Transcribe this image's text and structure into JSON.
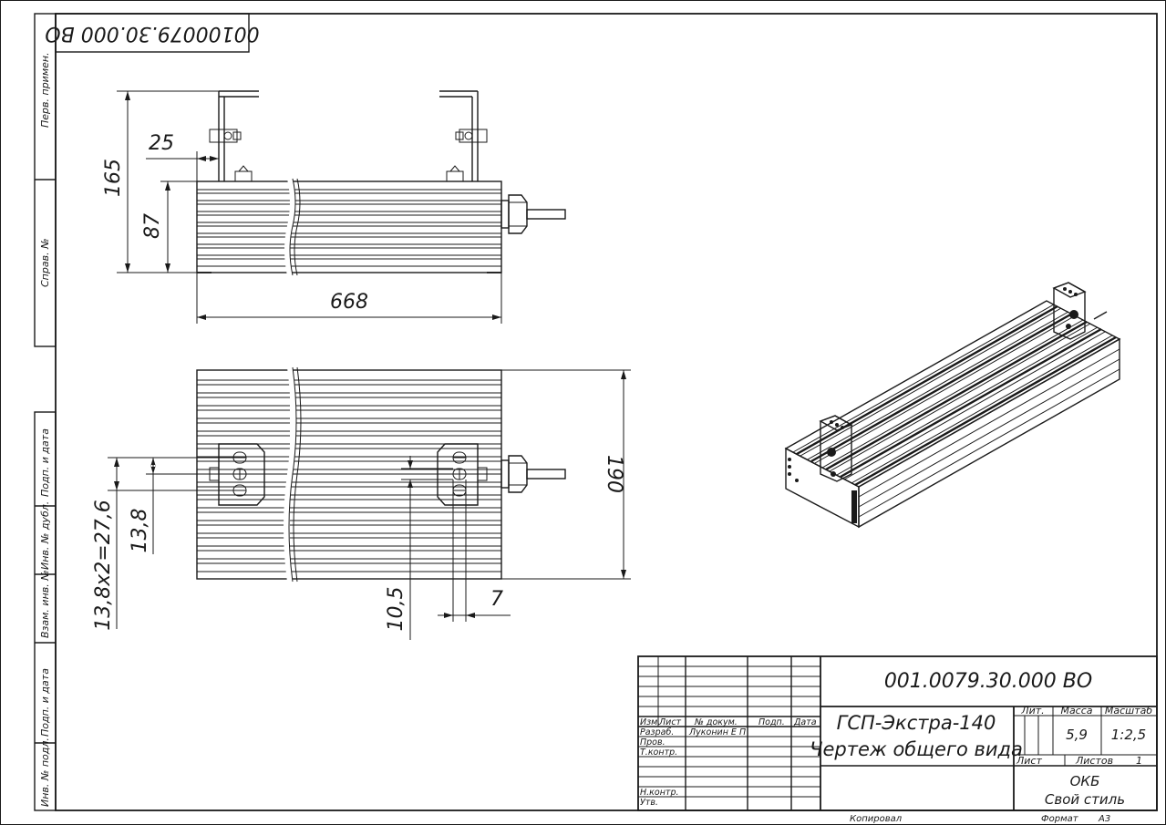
{
  "doc_code": "001.0079.30.000 ВО",
  "doc_code_rotated": "00100079.30.000 ВО",
  "product_name": "ГСП-Экстра-140",
  "doc_type": "Чертеж общего вида",
  "side_strip": {
    "perv_primen": "Перв. примен.",
    "sprav_no": "Справ. №",
    "podp_data_1": "Подп. и дата",
    "inv_dubl": "Инв. № дубл.",
    "vzam_inv": "Взам. инв. №",
    "podp_data_2": "Подп. и дата",
    "inv_podl": "Инв. № подл."
  },
  "title_block": {
    "col_izm": "Изм.",
    "col_list": "Лист",
    "col_docum": "№ докум.",
    "col_podp": "Подп.",
    "col_data": "Дата",
    "razrab_label": "Разраб.",
    "razrab_name": "Луконин Е П",
    "prov_label": "Пров.",
    "tkontr_label": "Т.контр.",
    "nkontr_label": "Н.контр.",
    "utv_label": "Утв.",
    "lit_label": "Лит.",
    "massa_label": "Масса",
    "masshtab_label": "Масштаб",
    "massa_value": "5,9",
    "masshtab_value": "1:2,5",
    "list_label": "Лист",
    "listov_label": "Листов",
    "listov_value": "1",
    "org_line1": "ОКБ",
    "org_line2": "Свой стиль",
    "kopiroval": "Копировал",
    "format_label": "Формат",
    "format_value": "А3"
  },
  "dimensions": {
    "d165": "165",
    "d87": "87",
    "d25": "25",
    "d668": "668",
    "d190": "190",
    "d13_8x2": "13,8х2=27,6",
    "d13_8": "13,8",
    "d10_5": "10,5",
    "d7": "7"
  }
}
